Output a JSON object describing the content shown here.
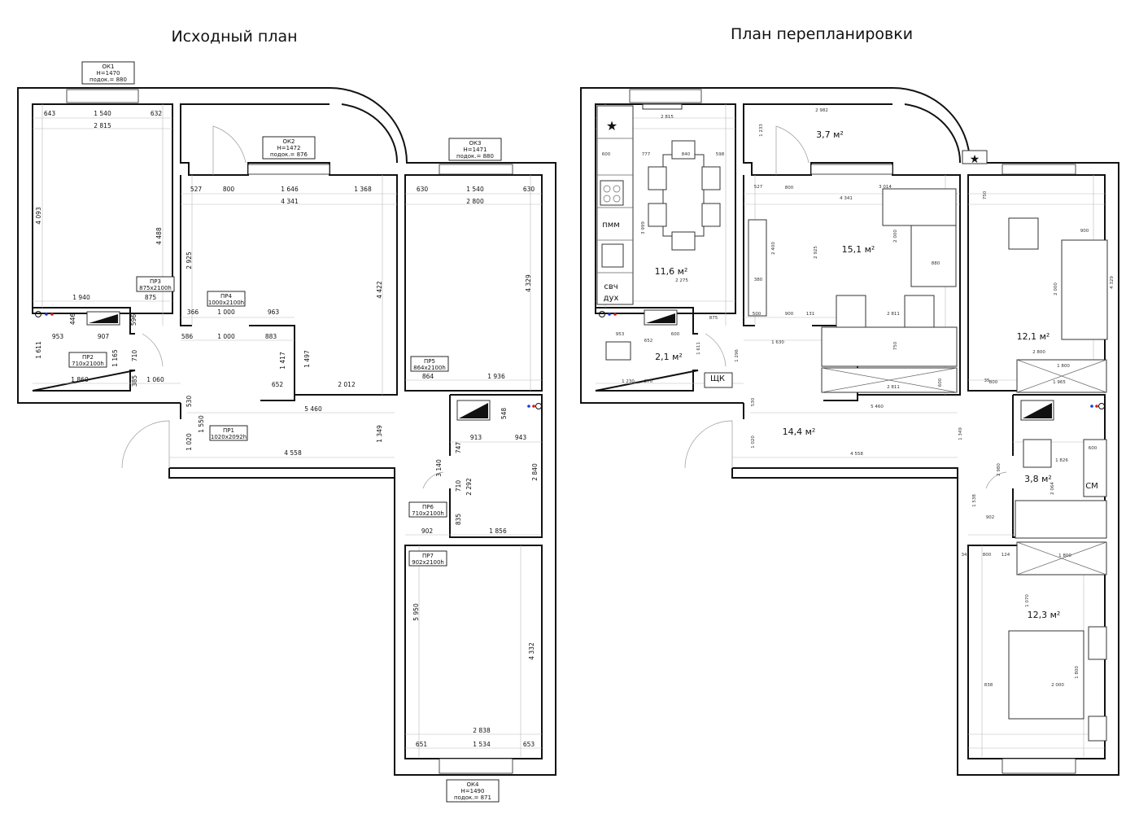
{
  "titles": {
    "original": "Исходный план",
    "redesign": "План перепланировки"
  },
  "left": {
    "openings": [
      {
        "code": "ОК1",
        "l2": "H=1470",
        "l3": "подок.= 880"
      },
      {
        "code": "ОК2",
        "l2": "H=1472",
        "l3": "подок.= 876"
      },
      {
        "code": "ОК3",
        "l2": "H=1471",
        "l3": "подок.= 880"
      },
      {
        "code": "ПР3",
        "l2": "875x2100h"
      },
      {
        "code": "ПР4",
        "l2": "1000x2100h"
      },
      {
        "code": "ПР2",
        "l2": "710x2100h"
      },
      {
        "code": "ПР5",
        "l2": "864x2100h"
      },
      {
        "code": "ПР1",
        "l2": "1020x2092h"
      },
      {
        "code": "ПР6",
        "l2": "710x2100h"
      },
      {
        "code": "ПР7",
        "l2": "902x2100h"
      },
      {
        "code": "ОК4",
        "l2": "H=1490",
        "l3": "подок.= 871"
      }
    ],
    "dims": [
      "643",
      "1 540",
      "632",
      "2 815",
      "527",
      "800",
      "1 646",
      "1 368",
      "4 341",
      "630",
      "1 540",
      "630",
      "2 800",
      "1 940",
      "875",
      "366",
      "1 000",
      "963",
      "953",
      "907",
      "586",
      "1 000",
      "883",
      "1 860",
      "1 060",
      "652",
      "2 012",
      "864",
      "1 936",
      "5 460",
      "4 558",
      "913",
      "943",
      "902",
      "1 856",
      "2 838",
      "651",
      "1 534",
      "653",
      "4 093",
      "4 488",
      "2 925",
      "4 422",
      "4 329",
      "446",
      "596",
      "1 611",
      "1 165",
      "710",
      "385",
      "1 417",
      "1 497",
      "530",
      "1 550",
      "1 020",
      "1 349",
      "548",
      "747",
      "3 140",
      "710",
      "2 292",
      "2 840",
      "835",
      "5 950",
      "4 332"
    ]
  },
  "right": {
    "areas": [
      "11,6 м²",
      "3,7 м²",
      "15,1 м²",
      "12,1 м²",
      "2,1 м²",
      "14,4 м²",
      "3,8 м²",
      "12,3 м²"
    ],
    "fixtures": [
      "пмм",
      "свч",
      "дух",
      "ЩК",
      "СМ"
    ],
    "dims": [
      "2 815",
      "2 982",
      "600",
      "777",
      "840",
      "598",
      "2 275",
      "527",
      "800",
      "4 341",
      "3 014",
      "880",
      "380",
      "500",
      "900",
      "131",
      "2 811",
      "875",
      "953",
      "652",
      "600",
      "1 630",
      "1 230",
      "270",
      "2 811",
      "35",
      "800",
      "2 800",
      "1 800",
      "1 965",
      "900",
      "5 460",
      "4 558",
      "1 826",
      "902",
      "600",
      "34",
      "800",
      "124",
      "1 800",
      "2 000",
      "838",
      "1 233",
      "3 999",
      "2 925",
      "2 400",
      "2 000",
      "1 611",
      "1 296",
      "600",
      "750",
      "2 000",
      "4 329",
      "750",
      "1 020",
      "1 349",
      "530",
      "2 980",
      "1 538",
      "2 064",
      "1 070",
      "1 800"
    ]
  }
}
